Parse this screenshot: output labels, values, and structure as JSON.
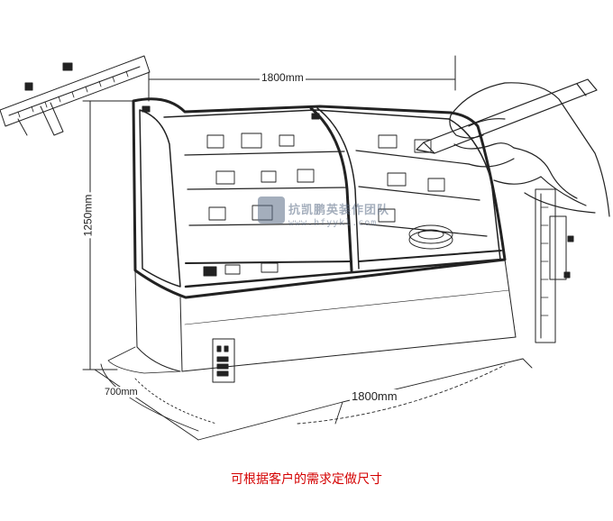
{
  "dimensions": {
    "top_width": "1800mm",
    "height": "1250mm",
    "depth": "700mm",
    "bottom_width": "1800mm"
  },
  "watermark": {
    "name": "抗凯鹏英装作团队",
    "url": "www.hfyykl.com"
  },
  "caption": "可根据客户的需求定做尺寸",
  "colors": {
    "caption": "#d40000",
    "watermark": "#5a6c86",
    "ink": "#222222"
  }
}
